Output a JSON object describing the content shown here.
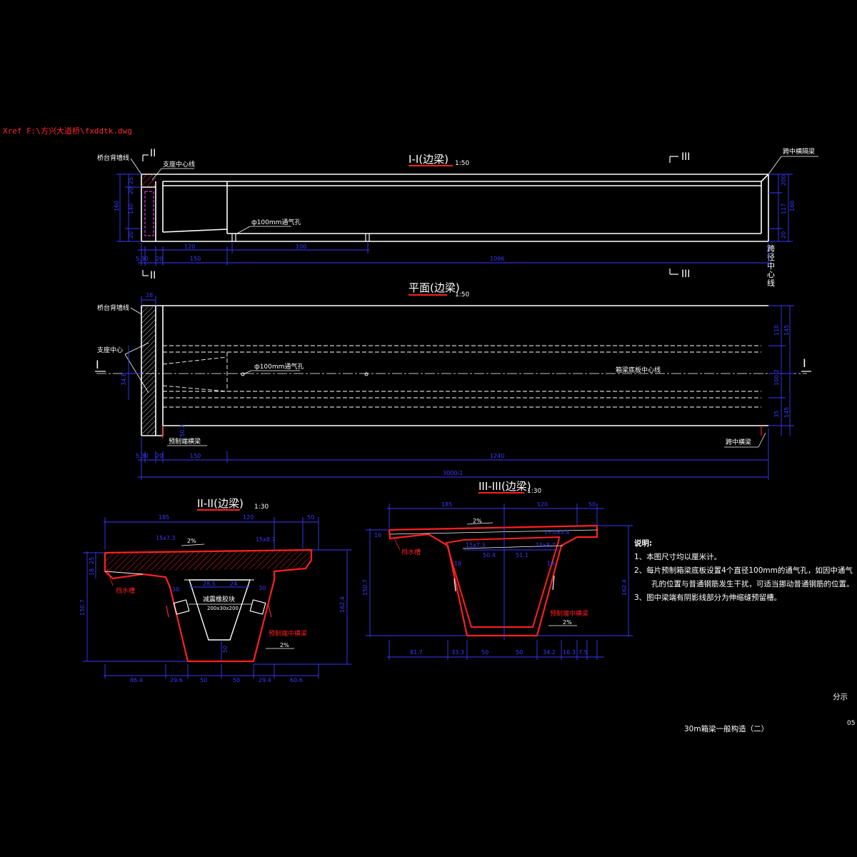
{
  "xref": "Xref F:\\方兴大道桥\\fxddtk.dwg",
  "section1": {
    "title": "I-I(边梁)",
    "scale": "1:50",
    "mark_left": "II",
    "mark_right": "III",
    "label_abutment": "桥台背墙线",
    "label_support": "支座中心线",
    "label_vent": "ф100mm通气孔",
    "label_midspan": "跨中横隔梁",
    "label_center": [
      "跨",
      "径",
      "中",
      "心",
      "线"
    ],
    "dims_bottom_top": [
      "120",
      "100"
    ],
    "dims_bottom": [
      "5.30",
      "20",
      "150",
      "1096"
    ],
    "dims_left": [
      "25",
      "20",
      "140",
      "20",
      "160"
    ],
    "dims_right": [
      "200",
      "117",
      "20",
      "160"
    ]
  },
  "plan": {
    "title": "平面(边梁)",
    "scale": "1:50",
    "label_abutment": "桥台背墙线",
    "label_support": "支座中心",
    "label_vent": "ф100mm通气孔",
    "label_bottom_center": "箱梁底板中心线",
    "label_precast_end": "预制端横梁",
    "label_midspan": "跨中横梁",
    "mark": "I",
    "dim_top": "28",
    "dims_bottom": [
      "5.30",
      "20",
      "150",
      "1240"
    ],
    "dim_total": "3000/2",
    "dims_right": [
      "110",
      "145",
      "100.2",
      "145",
      "35"
    ],
    "dims_left": [
      "34.8",
      "50.2"
    ]
  },
  "sectionII": {
    "title": "II-II(边梁)",
    "scale": "1:30",
    "dims_top": [
      "185",
      "120",
      "50"
    ],
    "dims_bottom": [
      "86.4",
      "29.6",
      "50",
      "50",
      "29.4",
      "60.6"
    ],
    "dims_inner": [
      "28.5",
      "24",
      "30",
      "30",
      "50"
    ],
    "dims_haunch": [
      "15x7.3",
      "15x8.7"
    ],
    "dim_left": "150.7",
    "dim_right": "162.4",
    "dims_left_small": [
      "25",
      "18"
    ],
    "label_rubber": "减震橡胶块",
    "label_rubber_size": "200x30x200",
    "label_left": "挡水槽",
    "label_right": "预制端中横梁",
    "slope": "2%"
  },
  "sectionIII": {
    "title": "III-III(边梁)",
    "scale": "1:30",
    "dims_top": [
      "185",
      "120",
      "50"
    ],
    "dims_bottom": [
      "81.7",
      "33.3",
      "50",
      "50",
      "34.2",
      "16.3",
      "7.5"
    ],
    "dims_inner": [
      "15x7.3",
      "50.4",
      "51.1",
      "15x8.7",
      "17.0x3.4"
    ],
    "dims_web": [
      "18",
      "18",
      "16"
    ],
    "dim_left": "150.7",
    "dim_right": "162.4",
    "dim_left_small": "16",
    "label_left": "挡水槽",
    "label_right": "预制端中横梁",
    "slope": "2%",
    "slope_bottom": "2%"
  },
  "notes": {
    "heading": "说明:",
    "lines": [
      "1、本图尺寸均以厘米计。",
      "2、每片预制箱梁底板设置4个直径100mm的通气孔，如因中通气",
      "孔的位置与普通钢筋发生干扰，可适当挪动普通钢筋的位置。",
      "3、图中梁端有阴影线部分为伸缩缝预留槽。"
    ]
  },
  "titleblock": {
    "scale_label": "分示",
    "drawing_title": "30m箱梁一般构造（二）",
    "sheet_no": "05"
  },
  "colors": {
    "background": "#000000",
    "outline": "#ffffff",
    "dimension": "#3a3aff",
    "highlight": "#ff2020",
    "leader": "#ff44ff"
  }
}
